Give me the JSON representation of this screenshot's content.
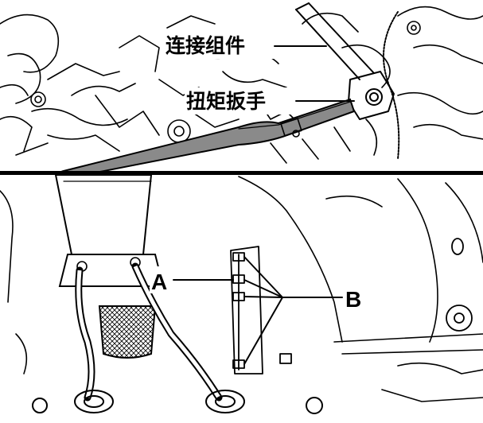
{
  "top_panel": {
    "labels": [
      {
        "id": "connector",
        "text": "连接组件"
      },
      {
        "id": "torque_wrench",
        "text": "扭矩扳手"
      }
    ]
  },
  "bottom_panel": {
    "labels": [
      {
        "id": "A",
        "text": "A"
      },
      {
        "id": "B",
        "text": "B"
      }
    ]
  }
}
